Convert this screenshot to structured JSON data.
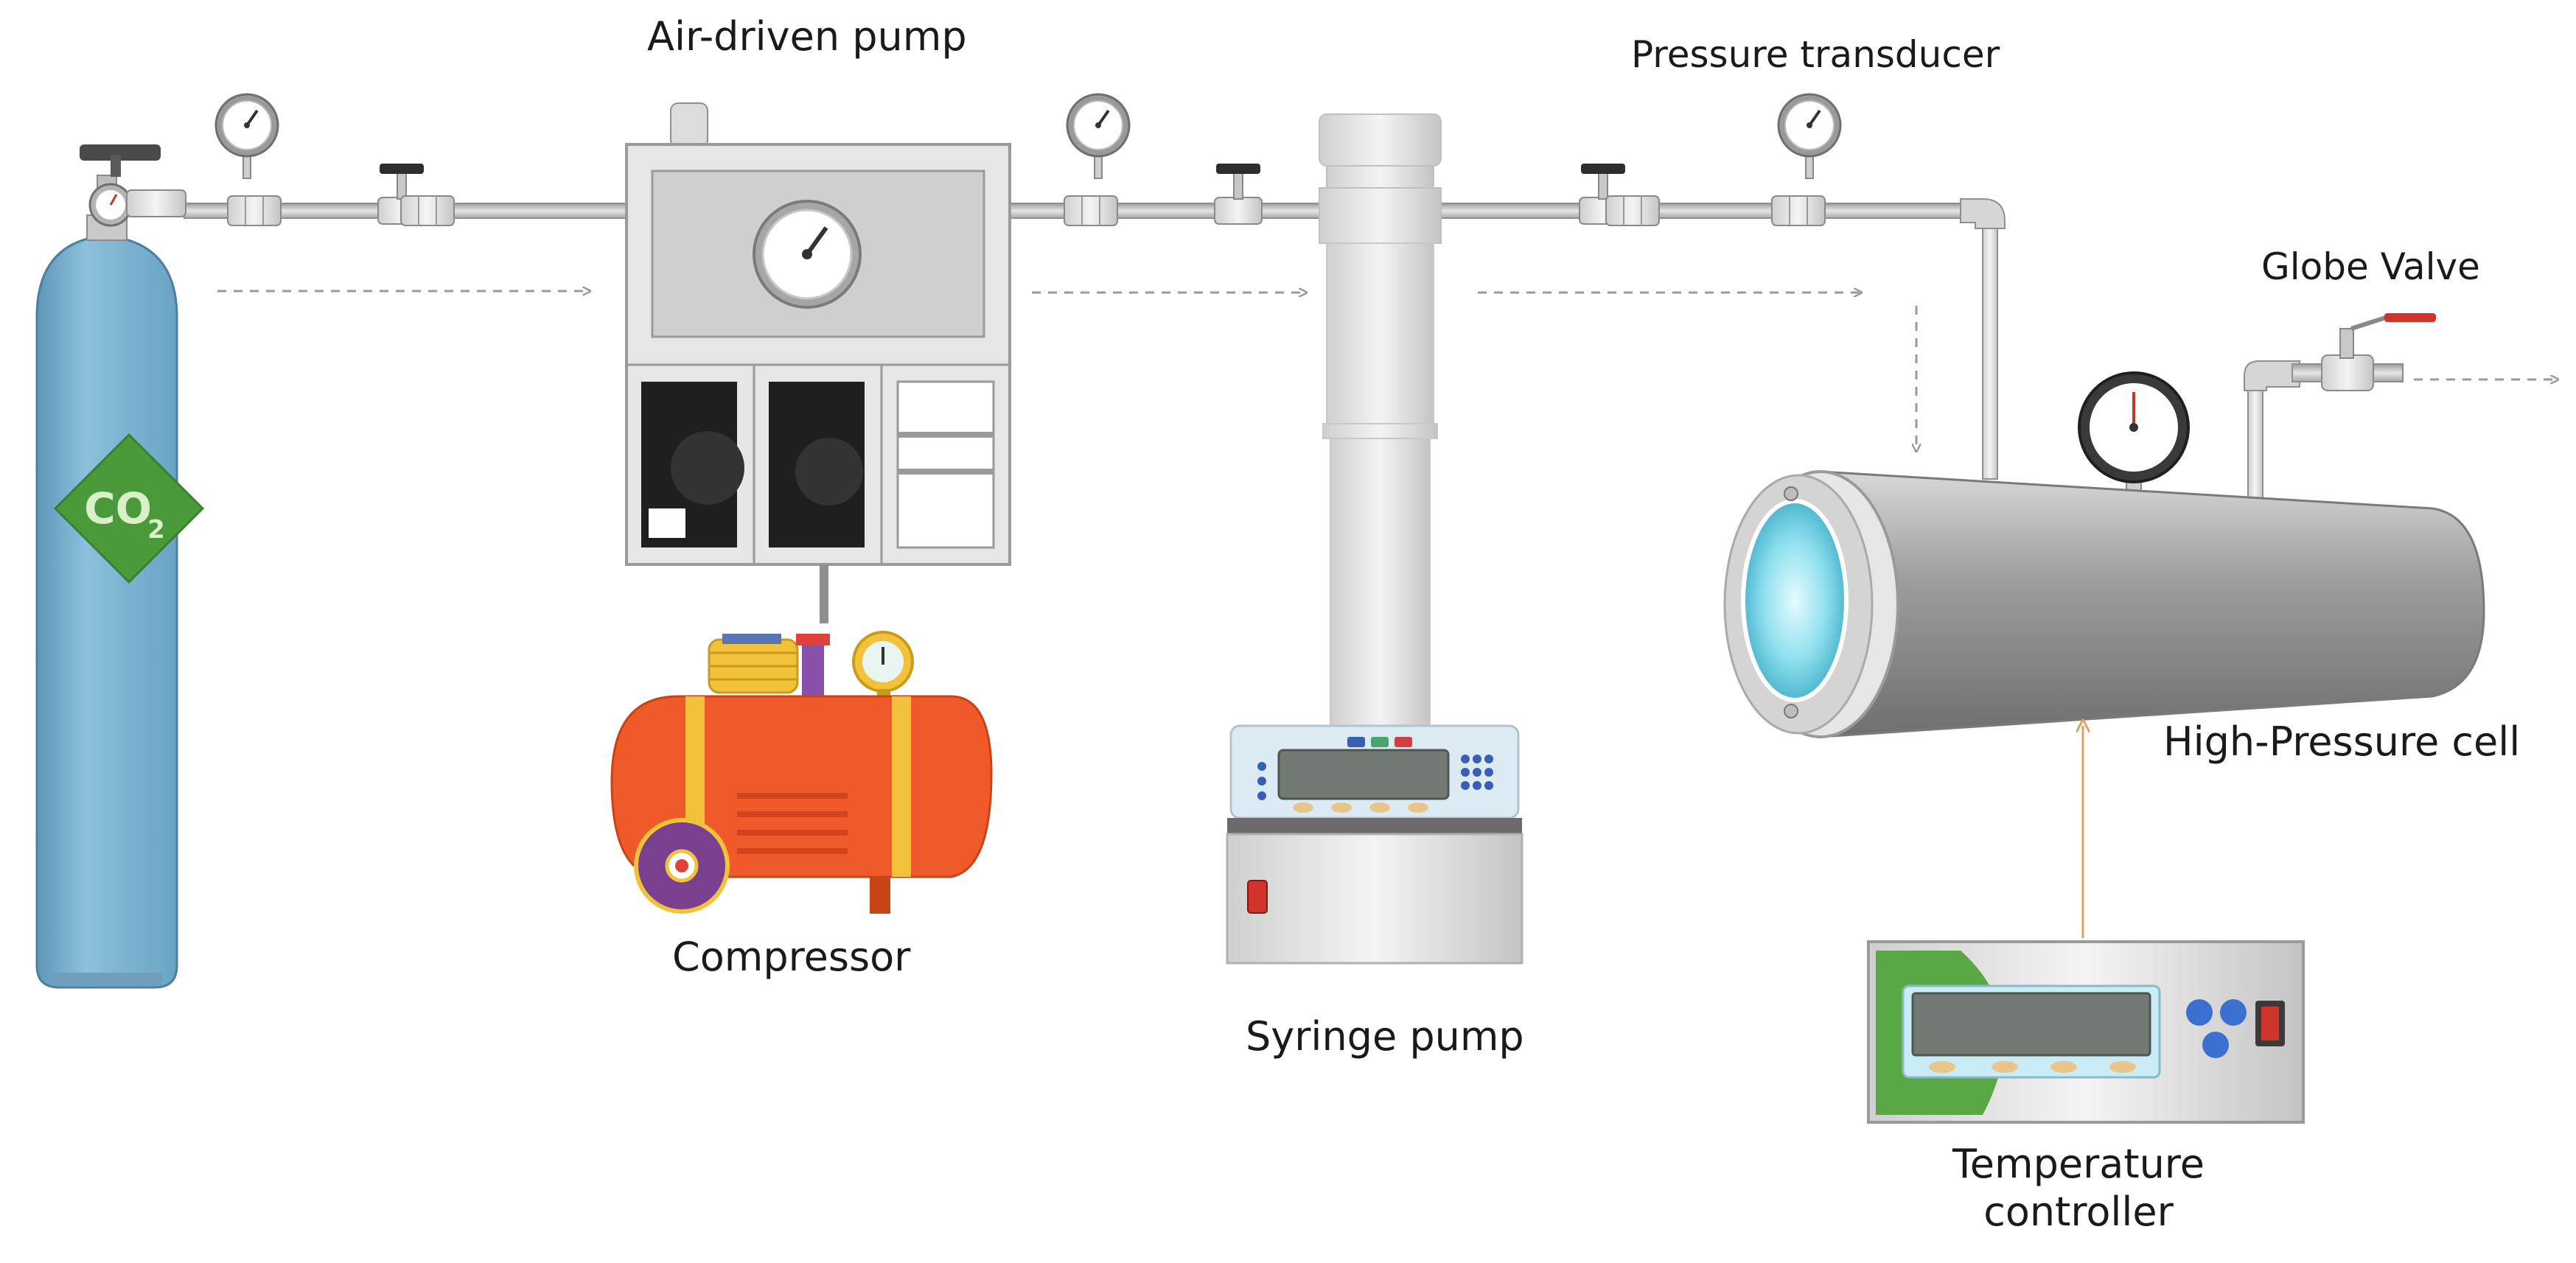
{
  "labels": {
    "air_driven_pump": "Air-driven pump",
    "pressure_transducer": "Pressure transducer",
    "globe_valve": "Globe Valve",
    "compressor": "Compressor",
    "syringe_pump": "Syringe pump",
    "high_pressure_cell": "High-Pressure cell",
    "temperature_controller_line1": "Temperature",
    "temperature_controller_line2": "controller"
  },
  "cylinder": {
    "gas": "CO",
    "subscript": "2"
  },
  "colors": {
    "cylinder": "#7fb3d0",
    "cylinder_label": "#4a9a3c",
    "compressor_tank": "#f05a2a",
    "compressor_strap": "#f2c23a",
    "pipe": "#bdbdbd",
    "equipment_body": "#d9d9d9",
    "flow_arrow": "#9a9a9a",
    "heat_arrow": "#e0a060",
    "valve_handle": "#d0342c"
  }
}
